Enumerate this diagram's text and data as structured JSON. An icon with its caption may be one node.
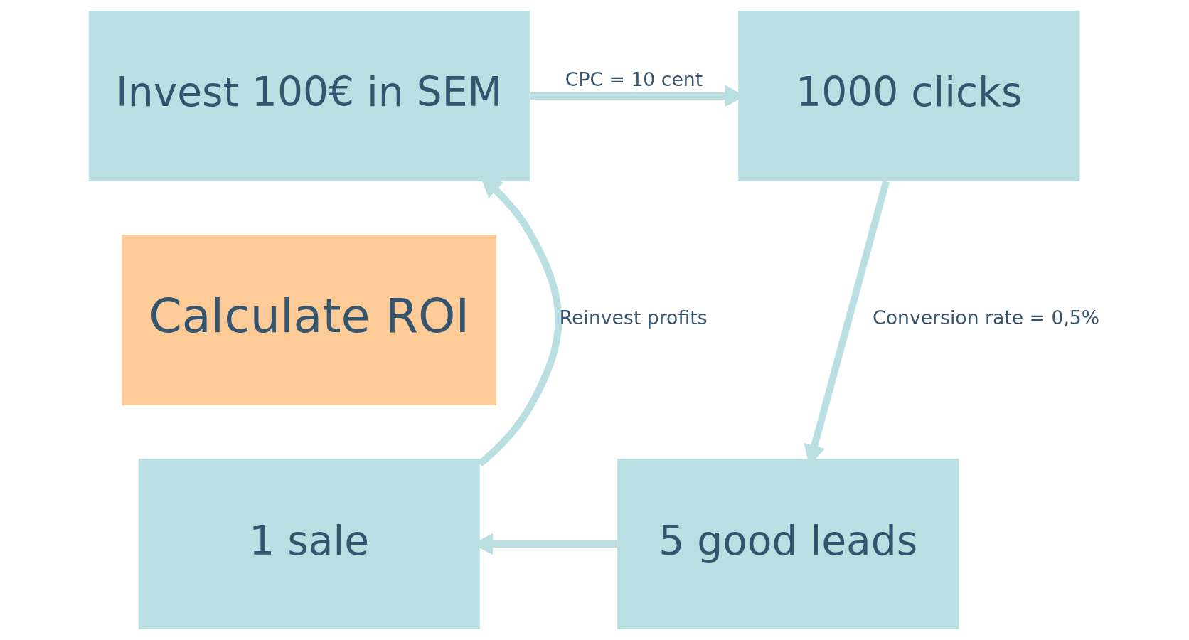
{
  "diagram": {
    "nodes": [
      {
        "text": [
          "Invest 100€ in SEM"
        ]
      },
      {
        "text": [
          "1000 clicks"
        ]
      },
      {
        "text": [
          "5 good leads"
        ]
      },
      {
        "text": [
          "1 sale"
        ]
      },
      {
        "text": [
          "Calculate ROI"
        ]
      }
    ],
    "edges": [
      {
        "from": 0,
        "to": 1,
        "arrow": "to",
        "label": "CPC = 10 cent"
      },
      {
        "from": 1,
        "to": 2,
        "arrow": "to",
        "label": "Conversion rate = 0,5%"
      },
      {
        "from": 2,
        "to": 3,
        "arrow": "to"
      },
      {
        "from": 3,
        "to": 0,
        "arrow": "to",
        "label": "Reinvest profits"
      }
    ]
  }
}
